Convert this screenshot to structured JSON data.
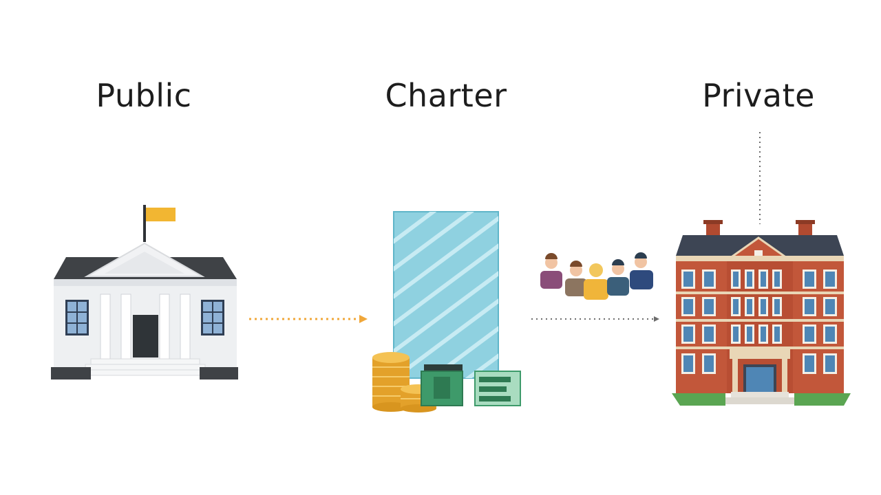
{
  "labels": {
    "public": "Public",
    "charter": "Charter",
    "private": "Private"
  },
  "colors": {
    "flag": "#f2b632",
    "roof": "#3f4246",
    "brick": "#c2573a",
    "glass": "#8fd1e0",
    "coin": "#f0b53a",
    "money": "#3e9a6a",
    "arrow_public": "#f0a73a",
    "arrow_private": "#6b6b6b",
    "lawn": "#5aa552"
  },
  "icons": [
    "government-building-icon",
    "glass-tower-icon",
    "coin-stack-icon",
    "cash-icon",
    "people-group-icon",
    "brick-school-icon"
  ]
}
